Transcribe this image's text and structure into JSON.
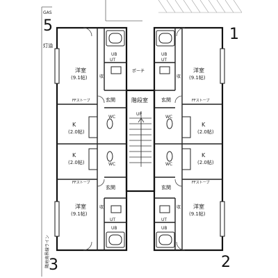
{
  "corner_numbers": {
    "top_left": "5",
    "top_right": "1",
    "bottom_left": "3",
    "bottom_right": "2"
  },
  "labels": {
    "gas": "GAS",
    "lamp_oil": "灯油",
    "stairwell": "階段室",
    "up": "UP",
    "porch": "ポーチ",
    "boundary_line": "隣地境界線ライン",
    "western_room": "洋室",
    "western_room_size": "(9.1帖)",
    "kitchen": "K",
    "kitchen_size": "(2.0帖)",
    "entrance": "玄関",
    "wc": "WC",
    "ut": "UT",
    "ub": "UB",
    "ff_stove": "FFストーブ",
    "storage": "収"
  }
}
